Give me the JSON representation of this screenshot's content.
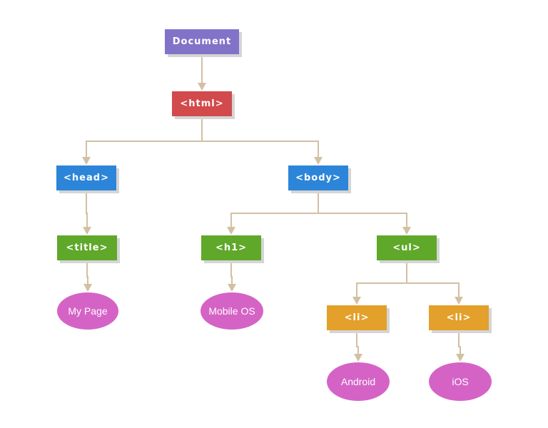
{
  "diagram": {
    "edge_color": "#d3c0a3",
    "nodes": {
      "document": {
        "label": "Document",
        "color": "#8273c9",
        "shape": "rectangle"
      },
      "html": {
        "label": "<html>",
        "color": "#d24a4c",
        "shape": "rectangle"
      },
      "head": {
        "label": "<head>",
        "color": "#2c85d8",
        "shape": "rectangle"
      },
      "body": {
        "label": "<body>",
        "color": "#2c85d8",
        "shape": "rectangle"
      },
      "title": {
        "label": "<title>",
        "color": "#5fa82a",
        "shape": "rectangle"
      },
      "h1": {
        "label": "<h1>",
        "color": "#5fa82a",
        "shape": "rectangle"
      },
      "ul": {
        "label": "<ul>",
        "color": "#5fa82a",
        "shape": "rectangle"
      },
      "li1": {
        "label": "<li>",
        "color": "#e3a02a",
        "shape": "rectangle"
      },
      "li2": {
        "label": "<li>",
        "color": "#e3a02a",
        "shape": "rectangle"
      },
      "mypage": {
        "label": "My Page",
        "color": "#d563c6",
        "shape": "ellipse"
      },
      "mobile": {
        "label": "Mobile OS",
        "color": "#d563c6",
        "shape": "ellipse"
      },
      "android": {
        "label": "Android",
        "color": "#d563c6",
        "shape": "ellipse"
      },
      "ios": {
        "label": "iOS",
        "color": "#d563c6",
        "shape": "ellipse"
      }
    },
    "edges": [
      [
        "document",
        "html"
      ],
      [
        "html",
        "head"
      ],
      [
        "html",
        "body"
      ],
      [
        "head",
        "title"
      ],
      [
        "title",
        "mypage"
      ],
      [
        "body",
        "h1"
      ],
      [
        "body",
        "ul"
      ],
      [
        "h1",
        "mobile"
      ],
      [
        "ul",
        "li1"
      ],
      [
        "ul",
        "li2"
      ],
      [
        "li1",
        "android"
      ],
      [
        "li2",
        "ios"
      ]
    ]
  }
}
